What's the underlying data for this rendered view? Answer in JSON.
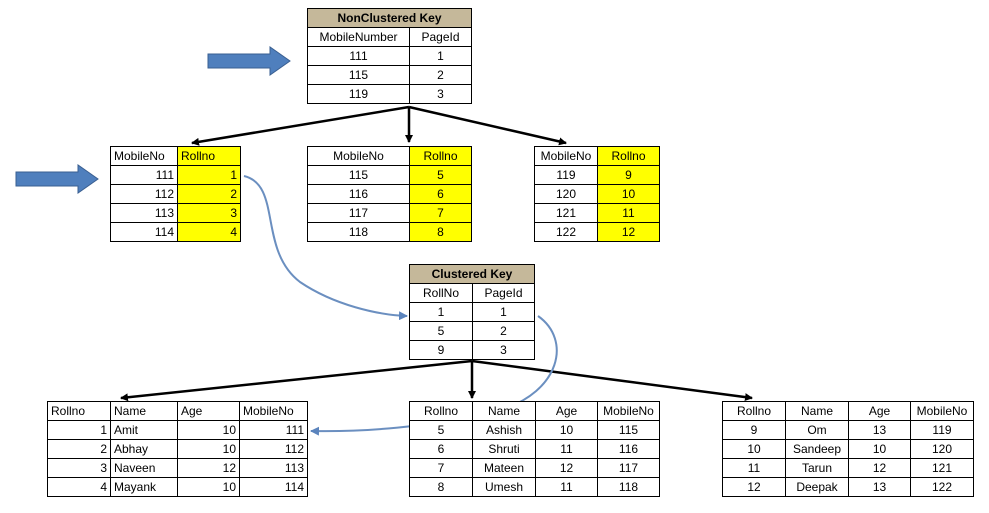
{
  "nonclustered_key": {
    "title": "NonClustered Key",
    "headers": [
      "MobileNumber",
      "PageId"
    ],
    "rows": [
      [
        "111",
        "1"
      ],
      [
        "115",
        "2"
      ],
      [
        "119",
        "3"
      ]
    ]
  },
  "nc_leaf_pages": [
    {
      "headers": [
        "MobileNo",
        "Rollno"
      ],
      "rows": [
        [
          "111",
          "1"
        ],
        [
          "112",
          "2"
        ],
        [
          "113",
          "3"
        ],
        [
          "114",
          "4"
        ]
      ]
    },
    {
      "headers": [
        "MobileNo",
        "Rollno"
      ],
      "rows": [
        [
          "115",
          "5"
        ],
        [
          "116",
          "6"
        ],
        [
          "117",
          "7"
        ],
        [
          "118",
          "8"
        ]
      ]
    },
    {
      "headers": [
        "MobileNo",
        "Rollno"
      ],
      "rows": [
        [
          "119",
          "9"
        ],
        [
          "120",
          "10"
        ],
        [
          "121",
          "11"
        ],
        [
          "122",
          "12"
        ]
      ]
    }
  ],
  "clustered_key": {
    "title": "Clustered Key",
    "headers": [
      "RollNo",
      "PageId"
    ],
    "rows": [
      [
        "1",
        "1"
      ],
      [
        "5",
        "2"
      ],
      [
        "9",
        "3"
      ]
    ]
  },
  "data_pages": [
    {
      "headers": [
        "Rollno",
        "Name",
        "Age",
        "MobileNo"
      ],
      "rows": [
        [
          "1",
          "Amit",
          "10",
          "111"
        ],
        [
          "2",
          "Abhay",
          "10",
          "112"
        ],
        [
          "3",
          "Naveen",
          "12",
          "113"
        ],
        [
          "4",
          "Mayank",
          "10",
          "114"
        ]
      ]
    },
    {
      "headers": [
        "Rollno",
        "Name",
        "Age",
        "MobileNo"
      ],
      "rows": [
        [
          "5",
          "Ashish",
          "10",
          "115"
        ],
        [
          "6",
          "Shruti",
          "11",
          "116"
        ],
        [
          "7",
          "Mateen",
          "12",
          "117"
        ],
        [
          "8",
          "Umesh",
          "11",
          "118"
        ]
      ]
    },
    {
      "headers": [
        "Rollno",
        "Name",
        "Age",
        "MobileNo"
      ],
      "rows": [
        [
          "9",
          "Om",
          "13",
          "119"
        ],
        [
          "10",
          "Sandeep",
          "10",
          "120"
        ],
        [
          "11",
          "Tarun",
          "12",
          "121"
        ],
        [
          "12",
          "Deepak",
          "13",
          "122"
        ]
      ]
    }
  ],
  "colors": {
    "highlight": "#ffff00",
    "key_header": "#c5b89a",
    "pointer_arrow": "#4a7ab5",
    "lookup_curve": "#6b8fc0"
  }
}
